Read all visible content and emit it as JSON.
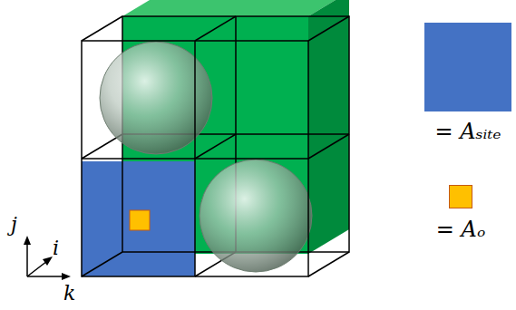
{
  "diagram": {
    "labels": [
      "j",
      "i",
      "k"
    ],
    "legend": [
      {
        "text": "= Aₛᵢₜₑ",
        "color": "#4472C4"
      },
      {
        "text": "= Aₒ",
        "color": "#FFC000"
      }
    ]
  }
}
